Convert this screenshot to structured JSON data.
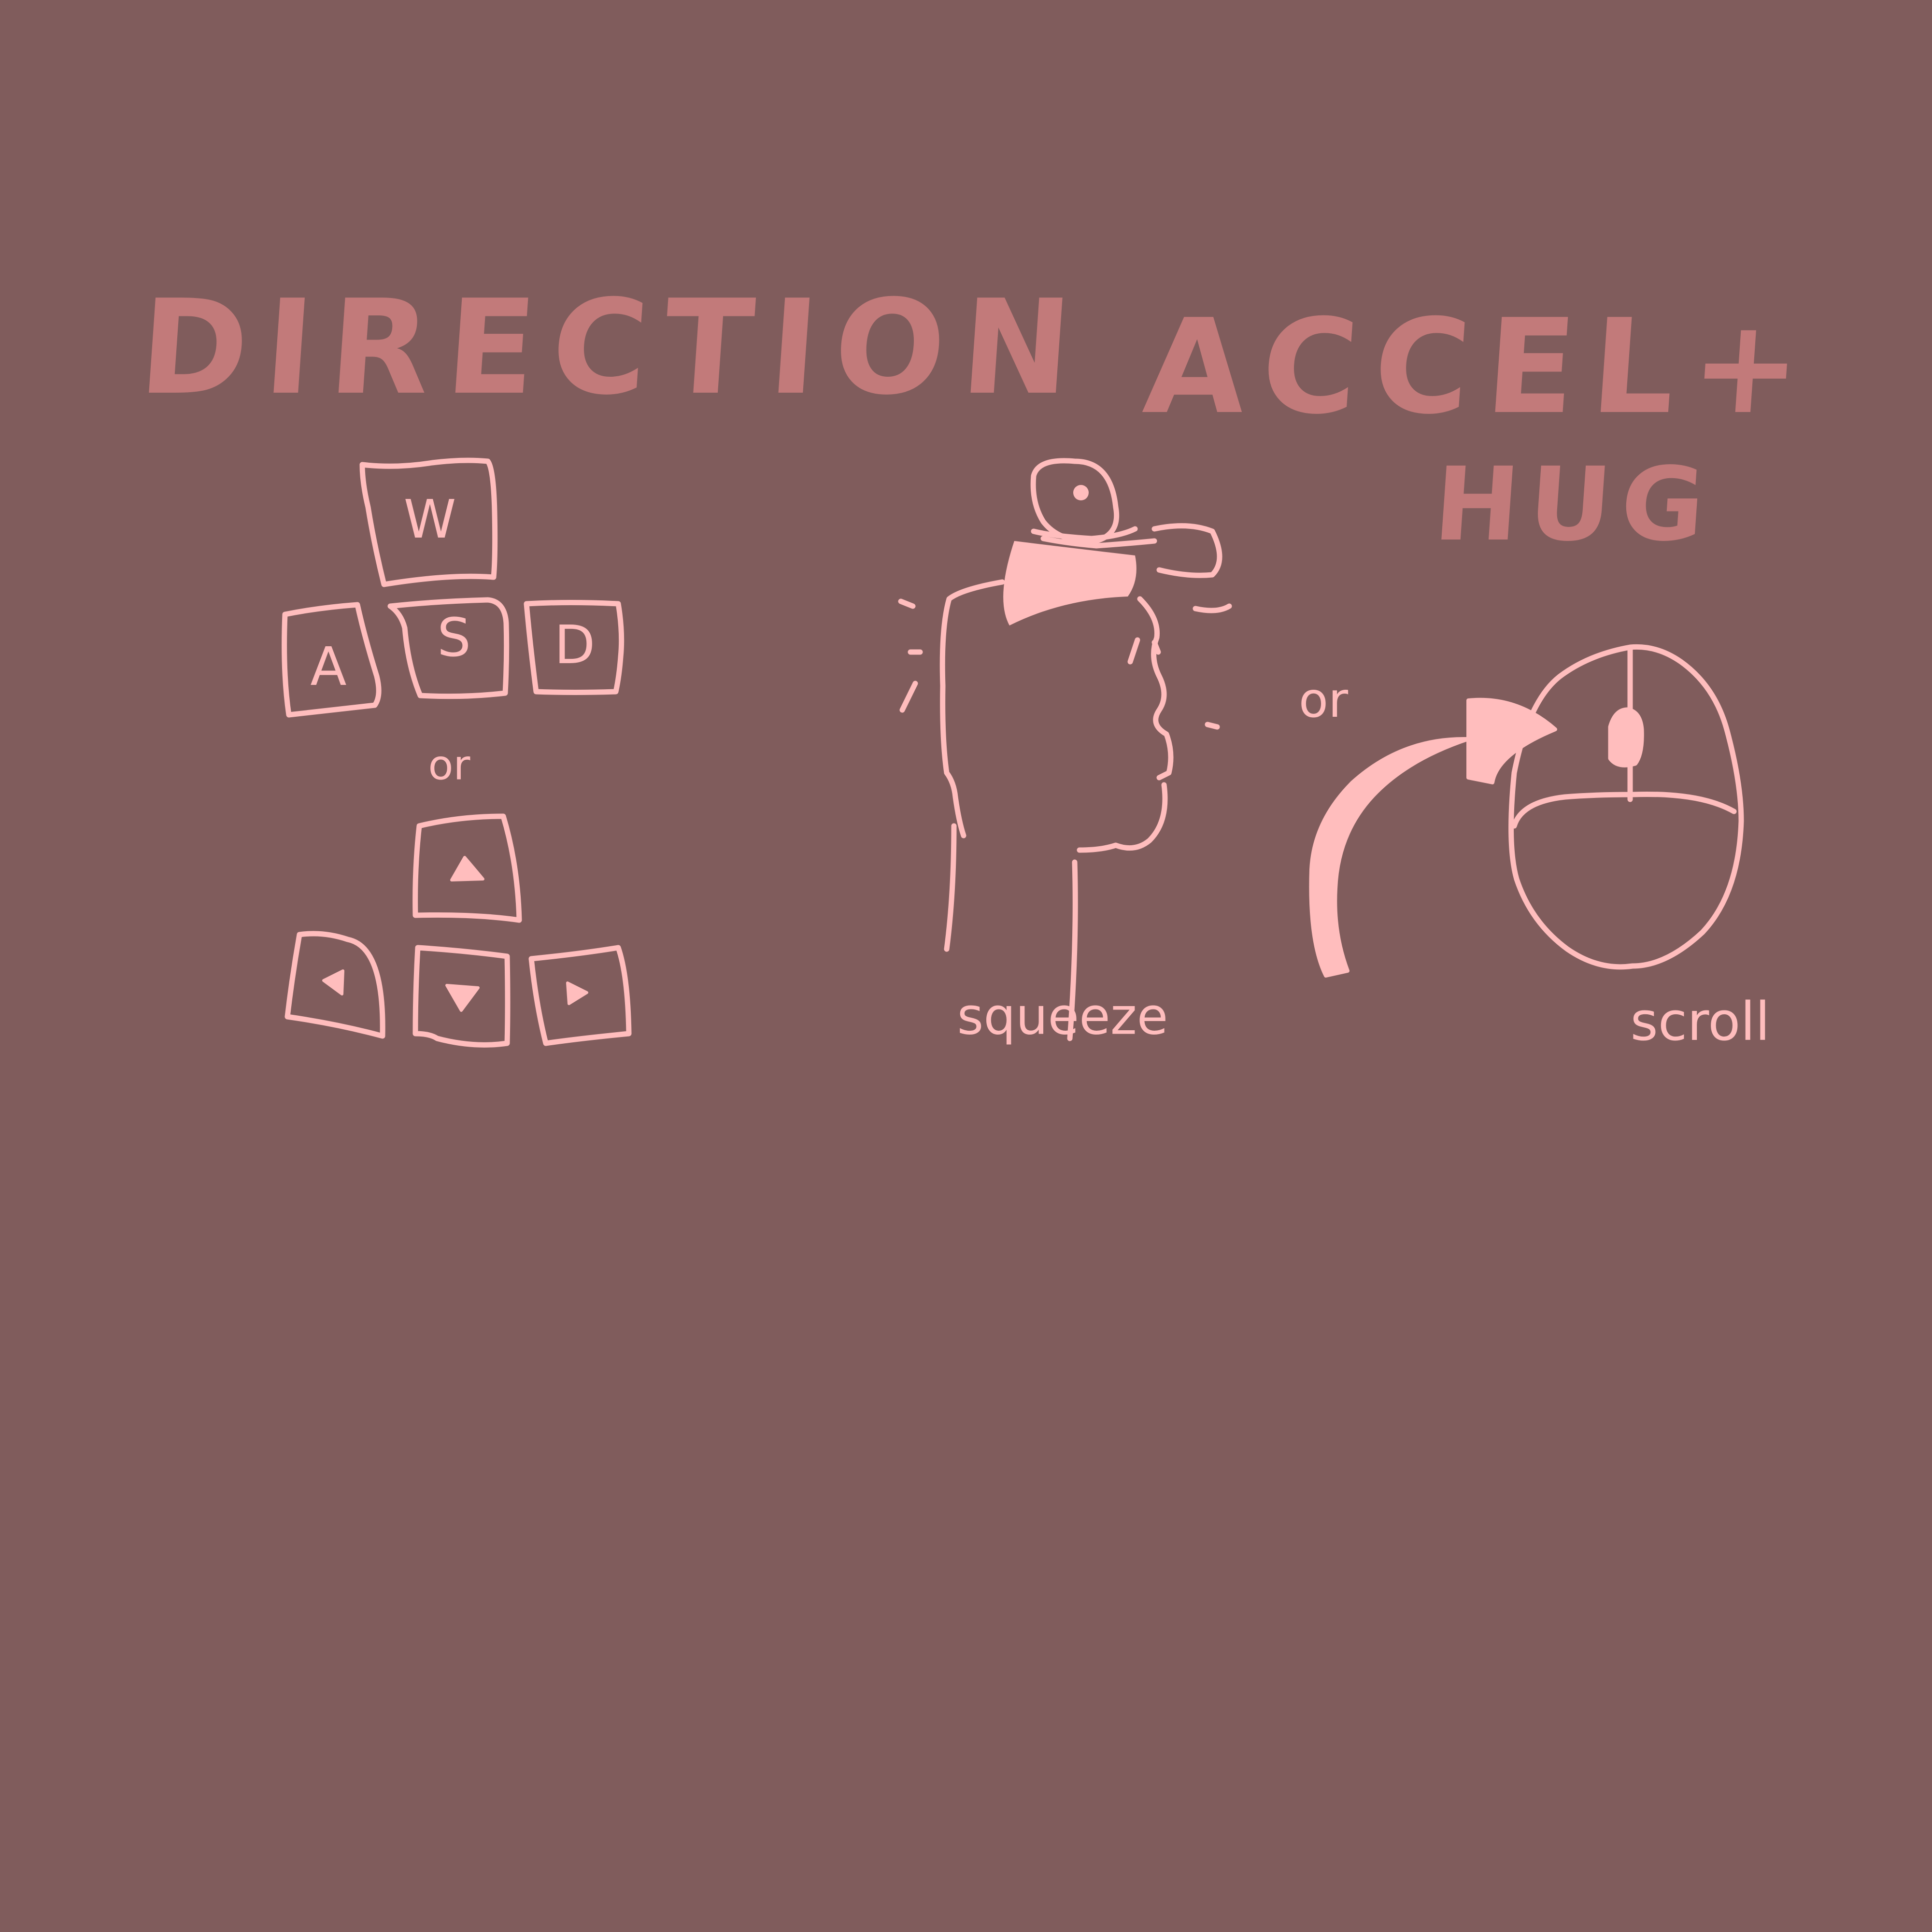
{
  "colors": {
    "background": "#805c5c",
    "heading": "#c27a7a",
    "sketch": "#ffbdbd"
  },
  "direction": {
    "title": "DIRECTION",
    "wasd_keys": [
      "W",
      "A",
      "S",
      "D"
    ],
    "separator": "or",
    "arrow_keys": [
      "up-arrow",
      "left-arrow",
      "down-arrow",
      "right-arrow"
    ]
  },
  "accel": {
    "title": "ACCEL+",
    "subtitle": "HUG",
    "squeeze_label": "squeeze",
    "separator": "or",
    "scroll_label": "scroll"
  }
}
